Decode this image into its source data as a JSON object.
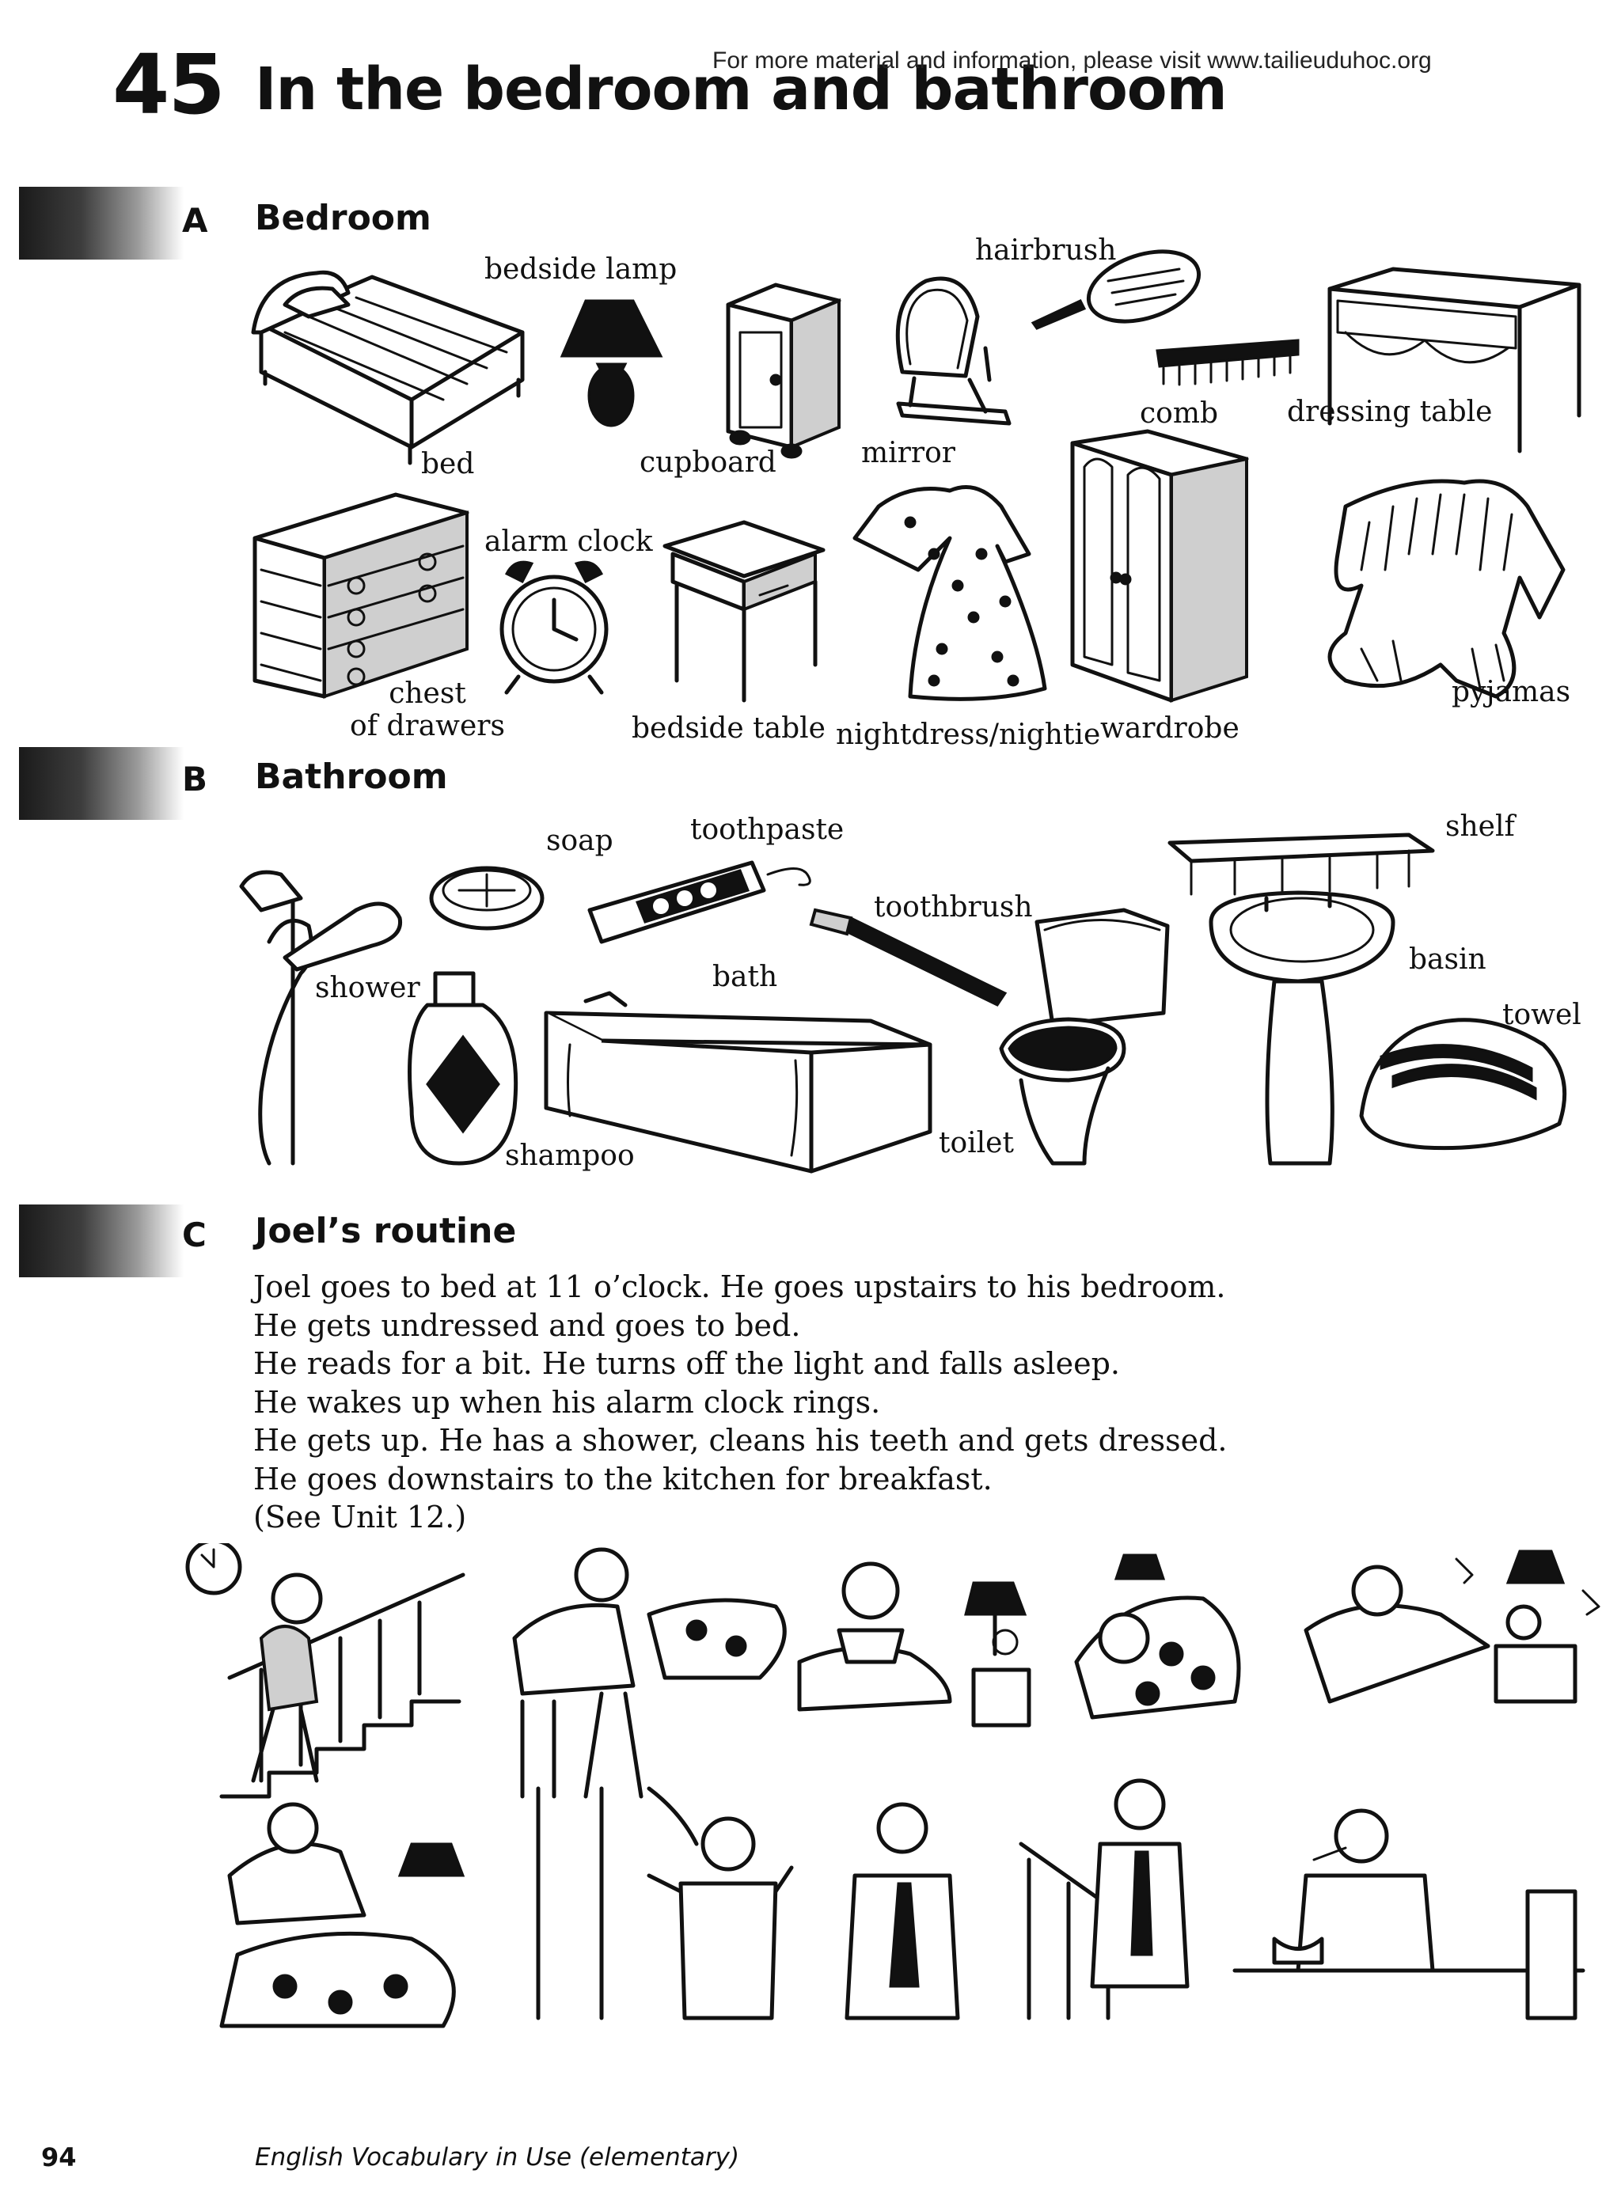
{
  "header": {
    "unit_number": "45",
    "unit_title": "In the bedroom and bathroom",
    "visit_note": "For more material and information, please visit www.tailieuduhoc.org"
  },
  "sections": {
    "a": {
      "letter": "A",
      "heading": "Bedroom",
      "labels": {
        "bedside_lamp": "bedside lamp",
        "hairbrush": "hairbrush",
        "bed": "bed",
        "cupboard": "cupboard",
        "mirror": "mirror",
        "comb": "comb",
        "dressing_table": "dressing table",
        "alarm_clock": "alarm clock",
        "chest_of_drawers_1": "chest",
        "chest_of_drawers_2": "of drawers",
        "bedside_table": "bedside table",
        "nightdress": "nightdress/nightie",
        "wardrobe": "wardrobe",
        "pyjamas": "pyjamas"
      }
    },
    "b": {
      "letter": "B",
      "heading": "Bathroom",
      "labels": {
        "soap": "soap",
        "toothpaste": "toothpaste",
        "shelf": "shelf",
        "toothbrush": "toothbrush",
        "shower": "shower",
        "bath": "bath",
        "basin": "basin",
        "towel": "towel",
        "shampoo": "shampoo",
        "toilet": "toilet"
      }
    },
    "c": {
      "letter": "C",
      "heading": "Joel’s routine",
      "lines": [
        "Joel goes to bed at 11 o’clock. He goes upstairs to his bedroom.",
        "He gets undressed and goes to bed.",
        "He reads for a bit. He turns off the light and falls asleep.",
        "He wakes up when his alarm clock rings.",
        "He gets up. He has a shower, cleans his teeth and gets dressed.",
        "He goes downstairs to the kitchen for breakfast.",
        "(See Unit 12.)"
      ]
    }
  },
  "footer": {
    "page_number": "94",
    "book_title": "English Vocabulary in Use (elementary)"
  }
}
